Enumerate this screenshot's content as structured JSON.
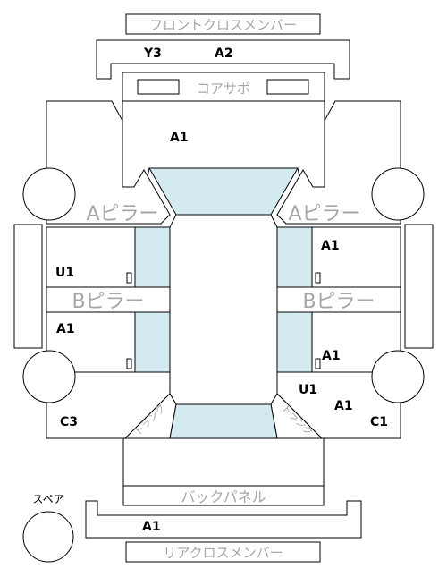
{
  "labels": {
    "front_cross_member": "フロントクロスメンバー",
    "core_support": "コアサポ",
    "a_pillar_left": "Aピラー",
    "a_pillar_right": "Aピラー",
    "b_pillar_left": "Bピラー",
    "b_pillar_right": "Bピラー",
    "back_panel": "バックパネル",
    "rear_cross_member": "リアクロスメンバー",
    "spare": "スペア",
    "trunk_left": "トランク",
    "trunk_right": "トランク"
  },
  "grades": {
    "front_cross_member_left": "Y3",
    "front_cross_member_right": "A2",
    "hood": "A1",
    "front_door_right": "A1",
    "front_door_left": "U1",
    "rear_door_left": "A1",
    "rear_door_right": "A1",
    "rear_quarter_left": "C3",
    "rear_quarter_right_upper": "U1",
    "rear_quarter_right_middle": "A1",
    "rear_quarter_right_lower": "C1",
    "rear_cross_member": "A1"
  }
}
